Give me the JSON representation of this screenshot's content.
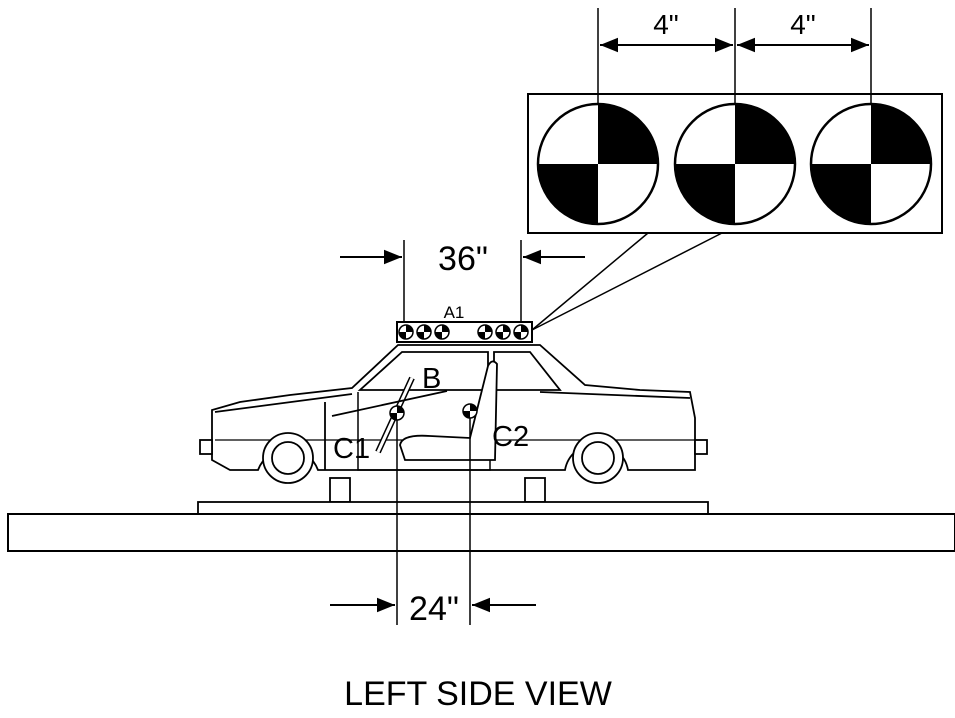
{
  "labels": {
    "dim_4_left": "4\"",
    "dim_4_right": "4\"",
    "dim_36": "36\"",
    "dim_24": "24\"",
    "target_a1": "A1",
    "target_b": "B",
    "target_c1": "C1",
    "target_c2": "C2",
    "view_title": "LEFT SIDE VIEW"
  },
  "colors": {
    "ink": "#000000",
    "paper": "#ffffff"
  }
}
